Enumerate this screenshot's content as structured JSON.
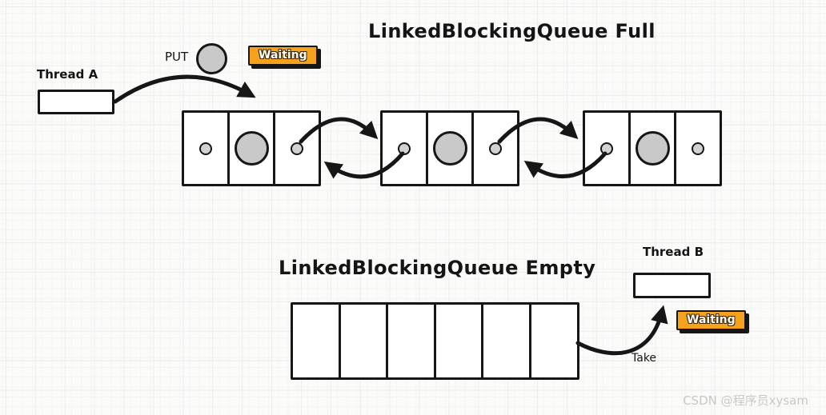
{
  "full_section": {
    "title": "LinkedBlockingQueue Full",
    "thread_label": "Thread A",
    "put_label": "PUT",
    "waiting_label": "Waiting",
    "queue": {
      "node_count": 3,
      "cells_per_node": 3
    }
  },
  "empty_section": {
    "title": "LinkedBlockingQueue Empty",
    "thread_label": "Thread B",
    "waiting_label": "Waiting",
    "take_label": "Take",
    "queue": {
      "cell_count": 6
    }
  },
  "watermark": {
    "text": "CSDN @程序员xysam"
  },
  "colors": {
    "accent_orange": "#F6A21E",
    "ink": "#161616",
    "item_circle_fill": "#c9c9c9",
    "watermark_gray": "#c9c8c7"
  }
}
